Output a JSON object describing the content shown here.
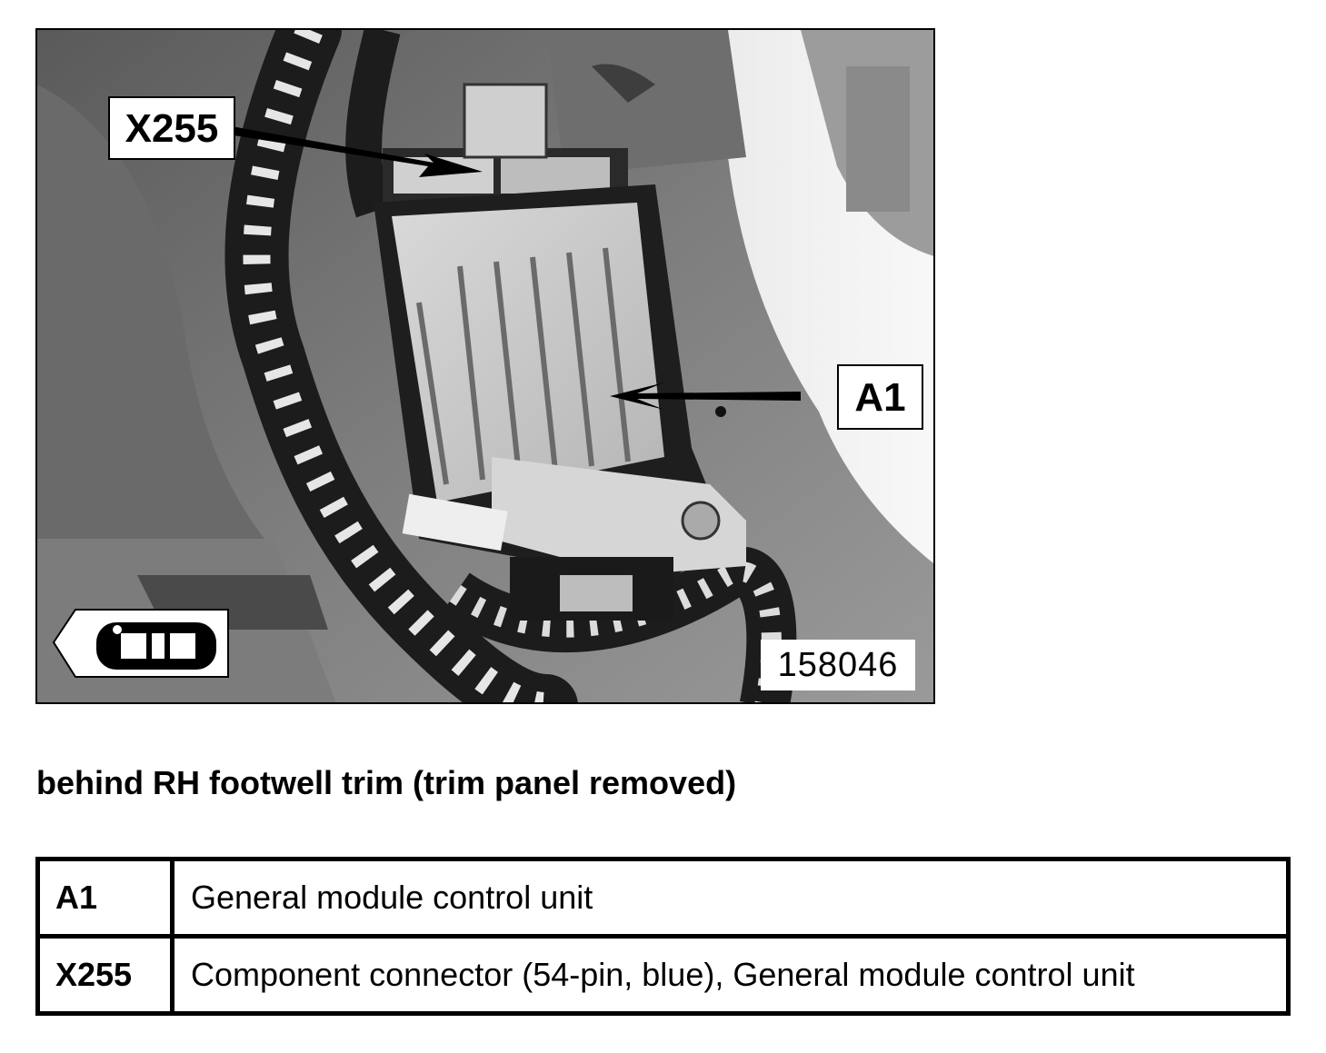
{
  "figure": {
    "callouts": {
      "x255": "X255",
      "a1": "A1"
    },
    "figure_number": "158046",
    "location_icon": "car-location-icon"
  },
  "caption": "behind RH footwell trim (trim panel removed)",
  "legend": {
    "rows": [
      {
        "code": "A1",
        "description": "General module control unit"
      },
      {
        "code": "X255",
        "description": "Component connector (54-pin, blue), General module control unit"
      }
    ]
  }
}
